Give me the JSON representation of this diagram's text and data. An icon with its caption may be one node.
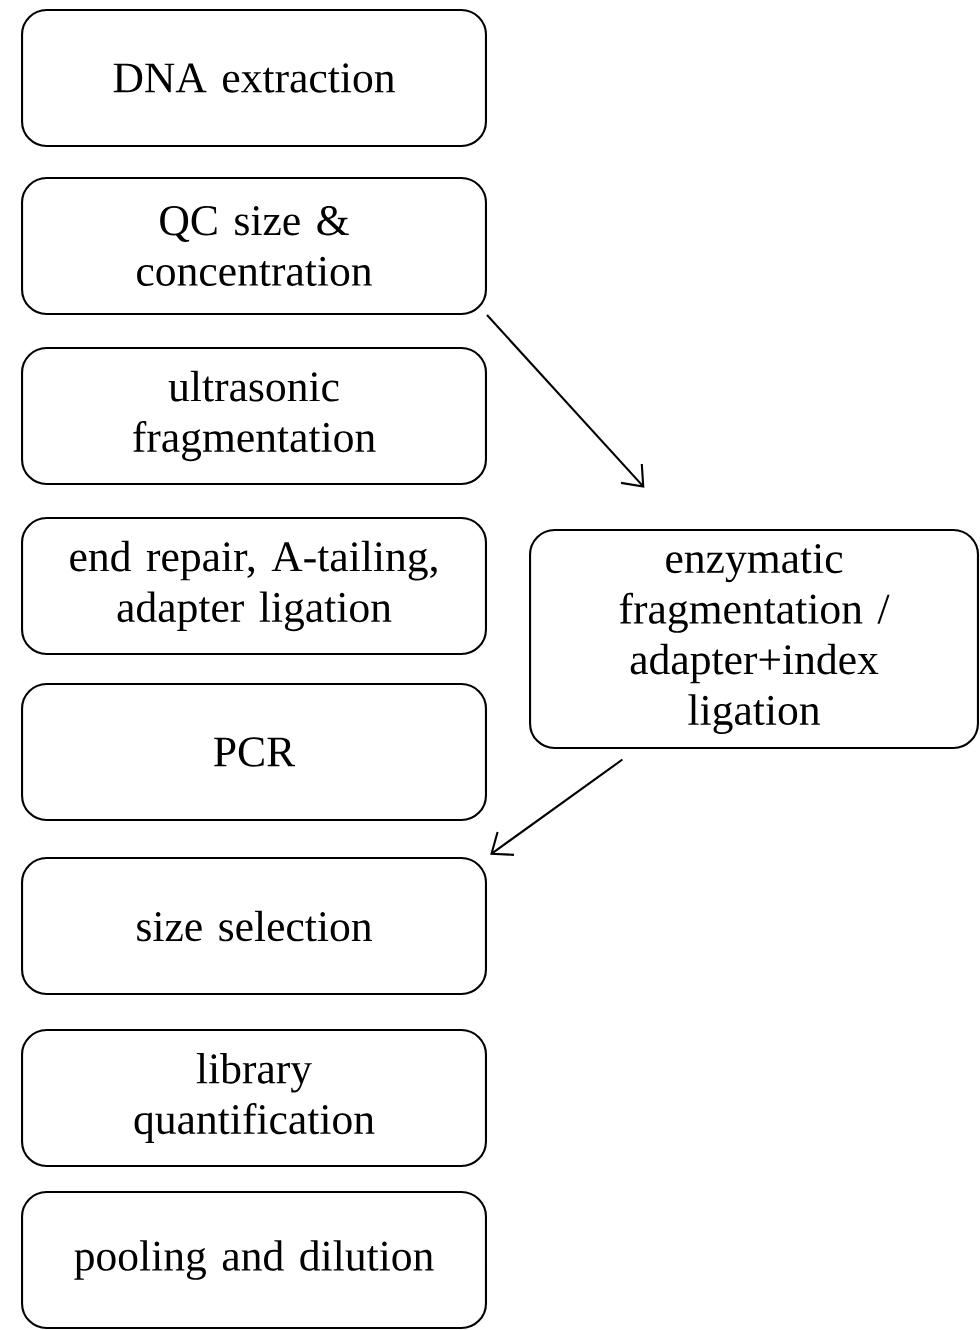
{
  "diagram": {
    "nodes": [
      {
        "text": [
          "DNA extraction"
        ]
      },
      {
        "text": [
          "QC size & concentration"
        ]
      },
      {
        "text": [
          "ultrasonic fragmentation"
        ]
      },
      {
        "text": [
          "end repair, A-tailing, adapter ligation"
        ]
      },
      {
        "text": [
          "PCR"
        ]
      },
      {
        "text": [
          "size selection"
        ]
      },
      {
        "text": [
          "library quantification"
        ]
      },
      {
        "text": [
          "pooling and dilution"
        ]
      },
      {
        "text": [
          "enzymatic fragmentation / adapter+index ligation"
        ]
      }
    ],
    "edges": [
      {
        "from": 1,
        "to": 8,
        "arrow": "to"
      },
      {
        "from": 8,
        "to": 5,
        "arrow": "to"
      }
    ]
  }
}
